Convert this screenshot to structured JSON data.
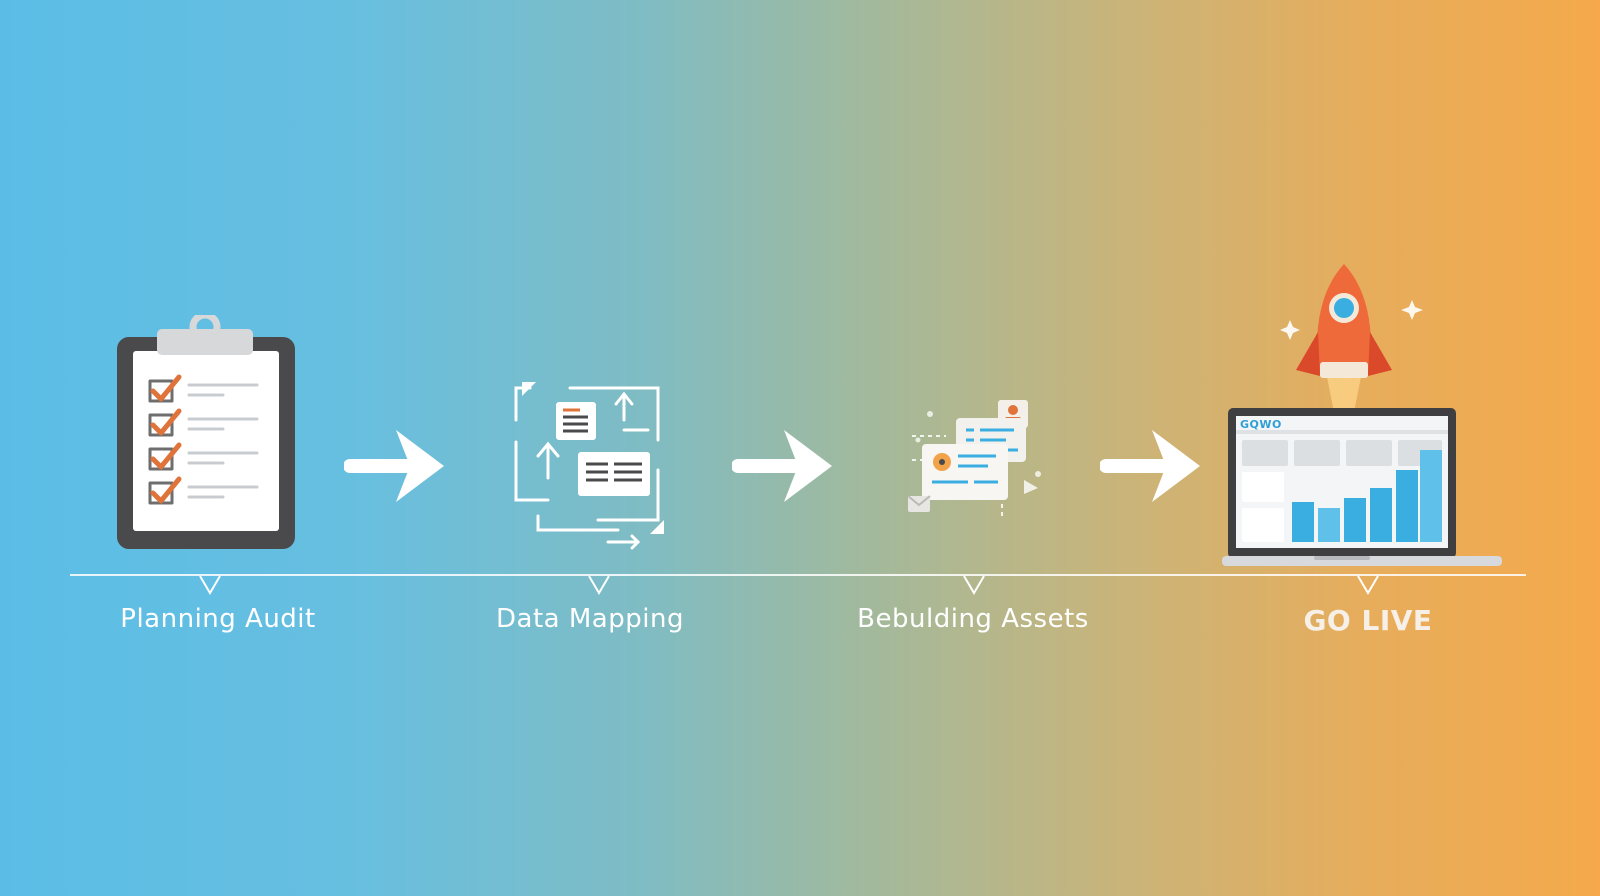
{
  "steps": [
    {
      "label": "Planning Audit",
      "icon": "clipboard-checklist-icon"
    },
    {
      "label": "Data Mapping",
      "icon": "data-flow-diagram-icon"
    },
    {
      "label": "Bebulding Assets",
      "icon": "asset-cards-icon"
    },
    {
      "label": "GO LIVE",
      "icon": "rocket-laptop-icon"
    }
  ],
  "laptop": {
    "screen_brand": "GQWO"
  },
  "colors": {
    "gradient_start": "#5bbde6",
    "gradient_end": "#f5a94b",
    "check_orange": "#e0733a",
    "rocket_orange": "#ef6a3a",
    "chart_blue": "#3aaee0"
  }
}
